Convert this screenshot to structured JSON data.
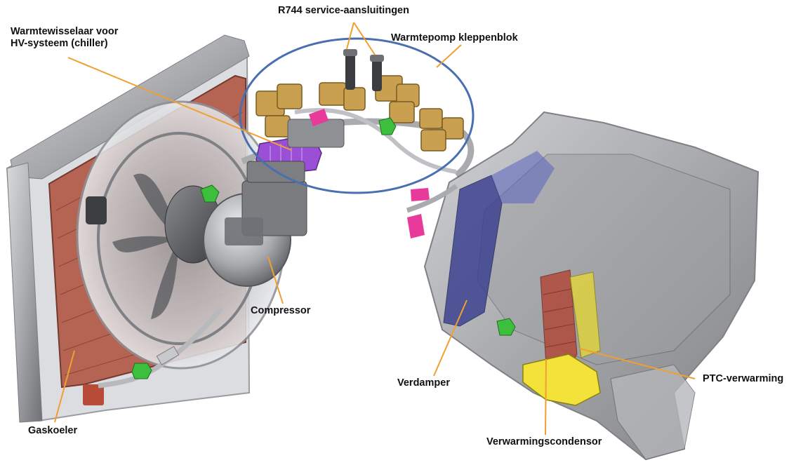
{
  "labels": {
    "chiller": "Warmtewisselaar voor\nHV-systeem (chiller)",
    "service": "R744 service-aansluitingen",
    "valveblock": "Warmtepomp kleppenblok",
    "compressor": "Compressor",
    "verdamper": "Verdamper",
    "ptc": "PTC-verwarming",
    "gaskoeler": "Gaskoeler",
    "condensor": "Verwarmingscondensor"
  },
  "colors": {
    "leader": "#f0a030",
    "highlight_ring": "#4a6fb0",
    "gas_cooler": "#c0604a",
    "chiller": "#9b4fd6",
    "valve_block": "#c8a050",
    "evaporator": "#3a3f8f",
    "condenser": "#b04a3a",
    "ptc_heater": "#e6d830",
    "connector_green": "#3cbf3c",
    "marker_pink": "#e83a9a"
  }
}
